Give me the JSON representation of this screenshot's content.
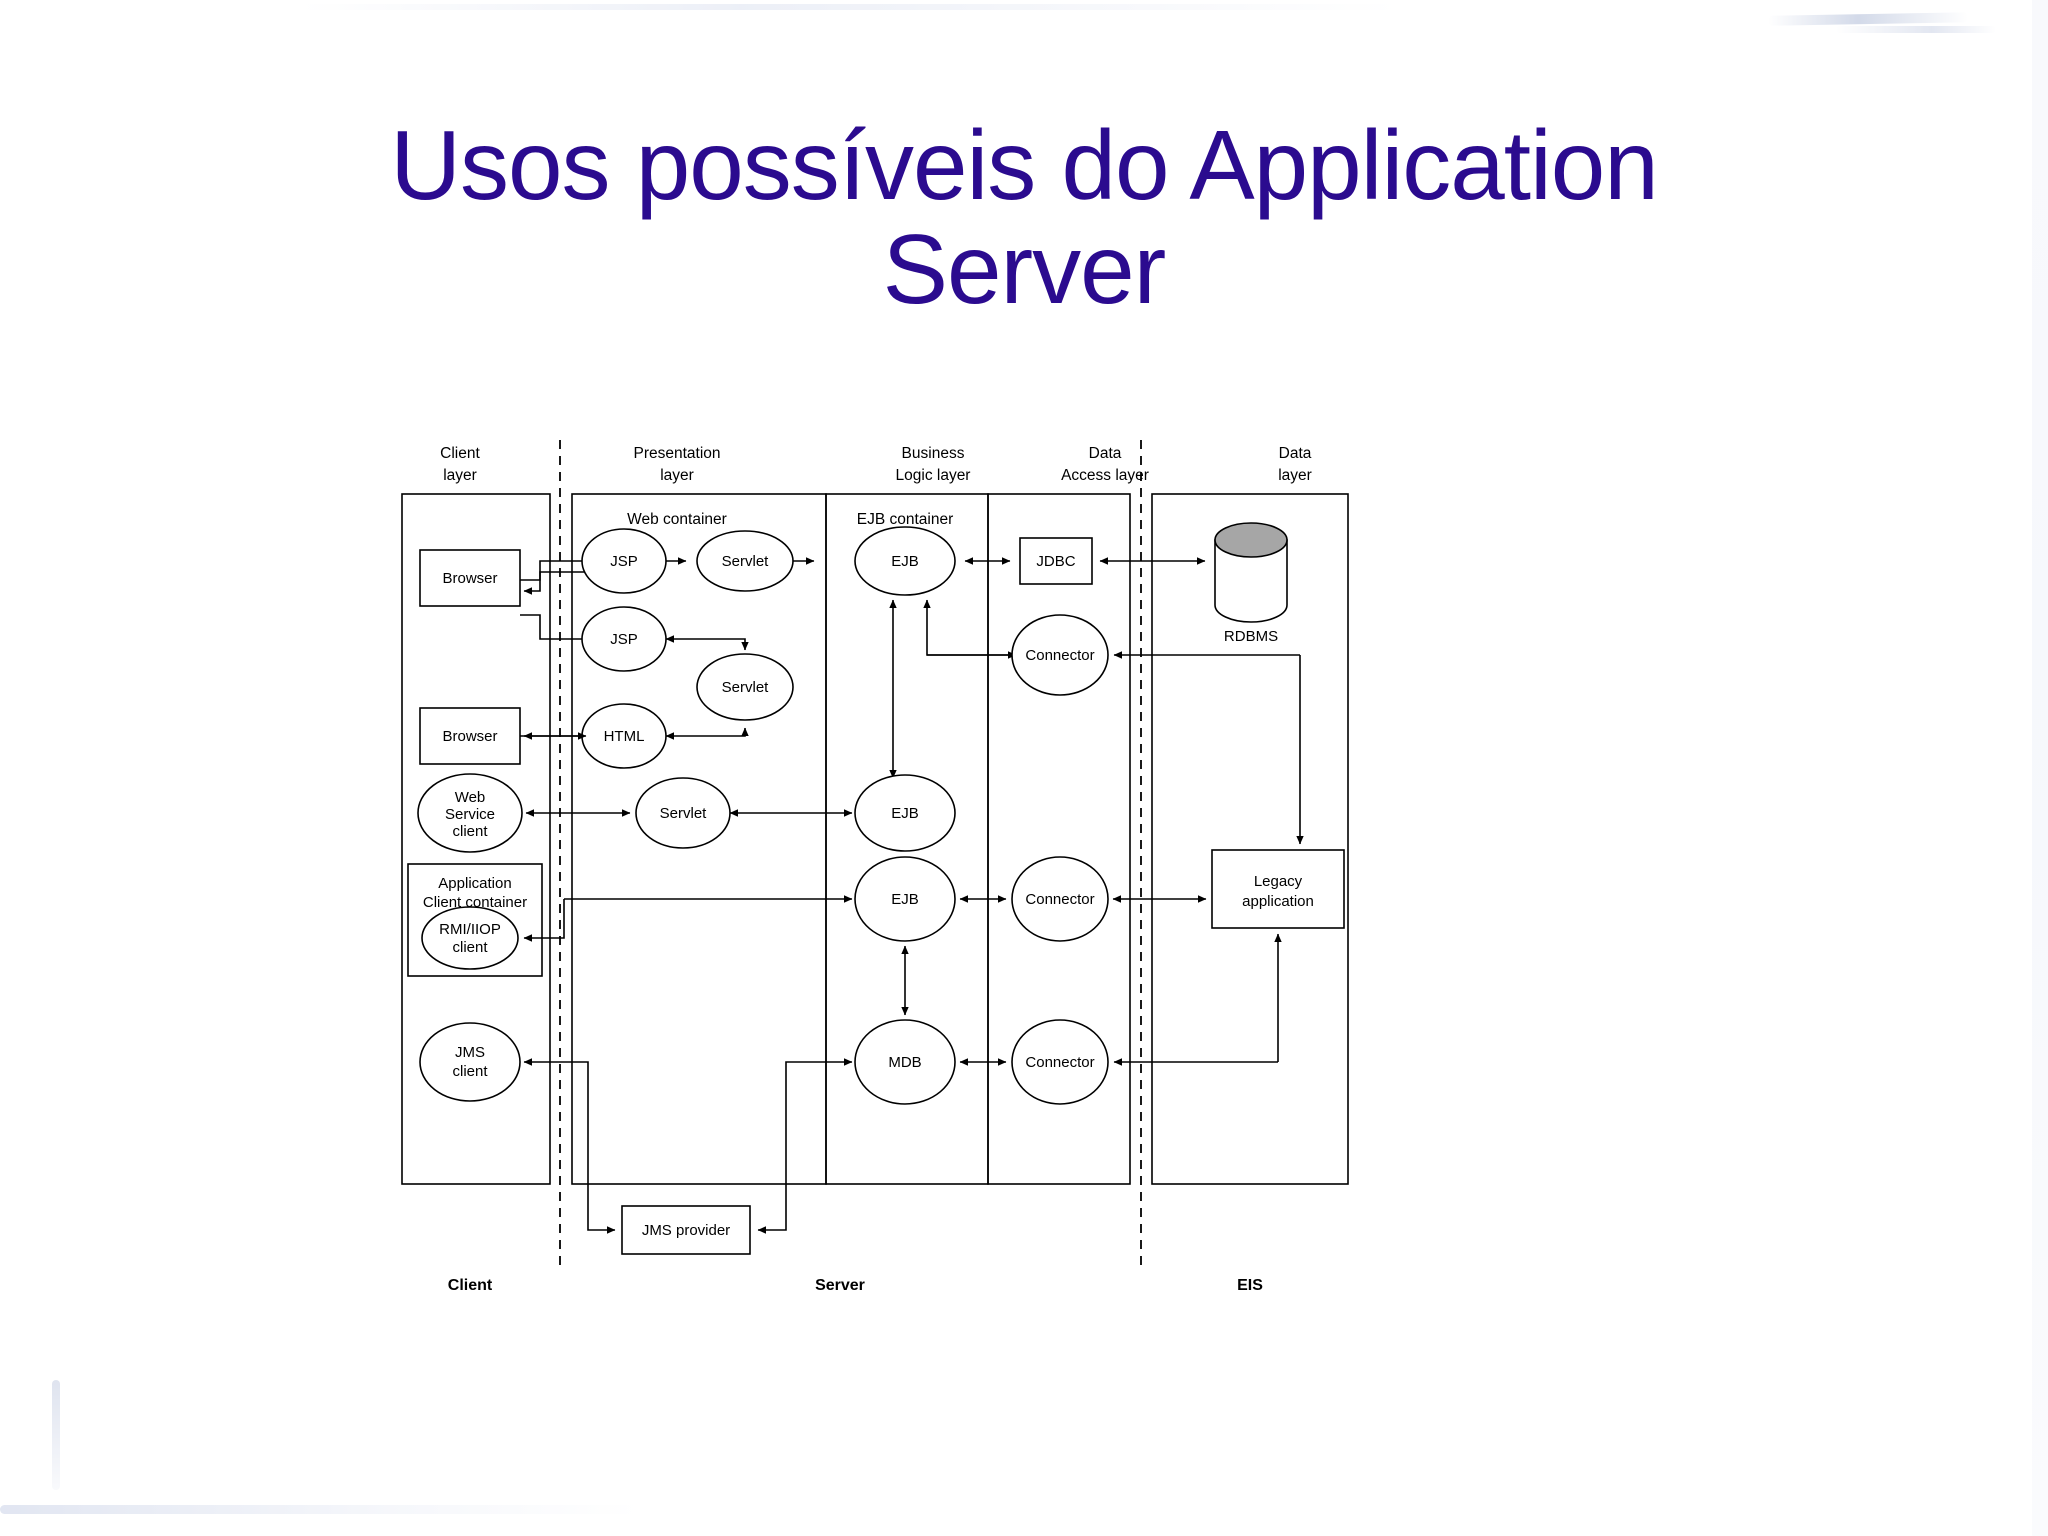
{
  "slide": {
    "title": "Usos possíveis do Application Server",
    "title_color": "#2B0B8F"
  },
  "diagram": {
    "column_headers": [
      {
        "id": "client-layer",
        "line1": "Client",
        "line2": "layer"
      },
      {
        "id": "presentation-layer",
        "line1": "Presentation",
        "line2": "layer"
      },
      {
        "id": "business-logic-layer",
        "line1": "Business",
        "line2": "Logic layer"
      },
      {
        "id": "data-access-layer",
        "line1": "Data",
        "line2": "Access layer"
      },
      {
        "id": "data-layer",
        "line1": "Data",
        "line2": "layer"
      }
    ],
    "container_labels": [
      {
        "id": "web-container",
        "label": "Web container"
      },
      {
        "id": "ejb-container",
        "label": "EJB container"
      }
    ],
    "footer_labels": [
      {
        "id": "footer-client",
        "label": "Client"
      },
      {
        "id": "footer-server",
        "label": "Server"
      },
      {
        "id": "footer-eis",
        "label": "EIS"
      }
    ],
    "nodes": {
      "browser_1": "Browser",
      "browser_2": "Browser",
      "web_service_client": [
        "Web",
        "Service",
        "client"
      ],
      "app_client_container": [
        "Application",
        "Client container"
      ],
      "rmi_iiop_client": [
        "RMI/IIOP",
        "client"
      ],
      "jms_client": [
        "JMS",
        "client"
      ],
      "jsp_1": "JSP",
      "jsp_2": "JSP",
      "servlet_1": "Servlet",
      "servlet_2": "Servlet",
      "servlet_3": "Servlet",
      "html": "HTML",
      "ejb_1": "EJB",
      "ejb_2": "EJB",
      "ejb_3": "EJB",
      "mdb": "MDB",
      "jdbc": "JDBC",
      "connector_1": "Connector",
      "connector_2": "Connector",
      "connector_3": "Connector",
      "rdbms": "RDBMS",
      "legacy_application": [
        "Legacy",
        "application"
      ],
      "jms_provider": "JMS provider"
    }
  }
}
